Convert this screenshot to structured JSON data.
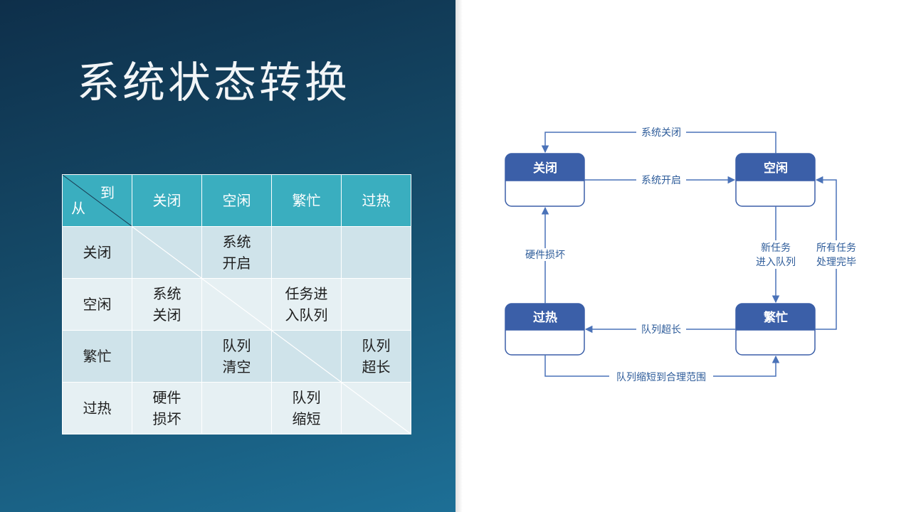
{
  "title": "系统状态转换",
  "matrix": {
    "corner_to": "到",
    "corner_from": "从",
    "columns": [
      "关闭",
      "空闲",
      "繁忙",
      "过热"
    ],
    "rows": [
      {
        "label": "关闭",
        "cells": [
          "",
          "系统\n开启",
          "",
          ""
        ]
      },
      {
        "label": "空闲",
        "cells": [
          "系统\n关闭",
          "",
          "任务进\n入队列",
          ""
        ]
      },
      {
        "label": "繁忙",
        "cells": [
          "",
          "队列\n清空",
          "",
          "队列\n超长"
        ]
      },
      {
        "label": "过热",
        "cells": [
          "硬件\n损坏",
          "",
          "队列\n缩短",
          ""
        ]
      }
    ]
  },
  "diagram": {
    "states": {
      "off": "关闭",
      "idle": "空闲",
      "busy": "繁忙",
      "hot": "过热"
    },
    "transitions": {
      "idle_to_off": "系统关闭",
      "off_to_idle": "系统开启",
      "idle_to_busy_1": "新任务",
      "idle_to_busy_2": "进入队列",
      "busy_to_idle_1": "所有任务",
      "busy_to_idle_2": "处理完毕",
      "hot_to_off": "硬件损坏",
      "busy_to_hot": "队列超长",
      "hot_to_busy": "队列缩短到合理范围"
    },
    "colors": {
      "node_header": "#3b5fa8",
      "line": "#4a72b8",
      "label": "#2e5c9a"
    }
  }
}
